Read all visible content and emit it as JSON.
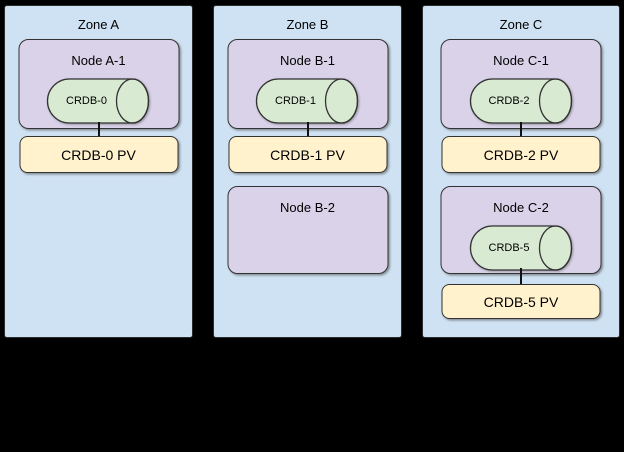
{
  "diagram": {
    "zones": [
      {
        "label": "Zone A",
        "nodes": [
          {
            "label": "Node A-1",
            "db_label": "CRDB-0",
            "pv_label": "CRDB-0 PV"
          }
        ]
      },
      {
        "label": "Zone B",
        "nodes": [
          {
            "label": "Node B-1",
            "db_label": "CRDB-1",
            "pv_label": "CRDB-1 PV"
          },
          {
            "label": "Node B-2"
          }
        ]
      },
      {
        "label": "Zone C",
        "nodes": [
          {
            "label": "Node C-1",
            "db_label": "CRDB-2",
            "pv_label": "CRDB-2 PV"
          },
          {
            "label": "Node C-2",
            "db_label": "CRDB-5",
            "pv_label": "CRDB-5 PV"
          }
        ]
      }
    ],
    "colors": {
      "background": "#000000",
      "zone_fill": "#cfe2f3",
      "node_fill": "#d9d2e9",
      "database_fill": "#d9ead3",
      "pv_fill": "#fff2cc",
      "stroke": "#333333",
      "text": "#000000"
    }
  }
}
